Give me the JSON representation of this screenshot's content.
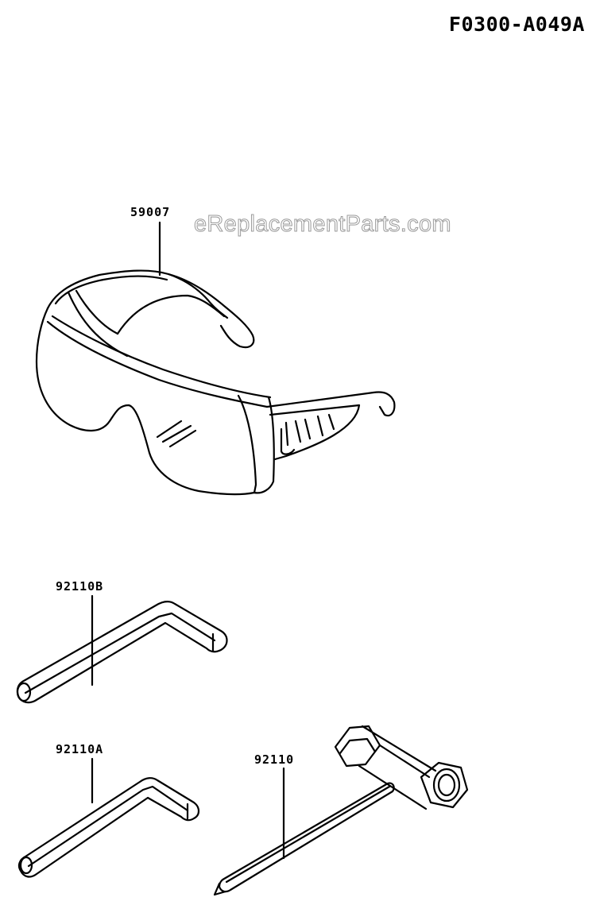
{
  "diagram_id": "F0300-A049A",
  "watermark": "eReplacementParts.com",
  "parts": [
    {
      "label": "59007",
      "icon": "safety-glasses-icon"
    },
    {
      "label": "92110B",
      "icon": "hex-key-large-icon"
    },
    {
      "label": "92110A",
      "icon": "hex-key-small-icon"
    },
    {
      "label": "92110",
      "icon": "spark-plug-wrench-icon"
    }
  ]
}
